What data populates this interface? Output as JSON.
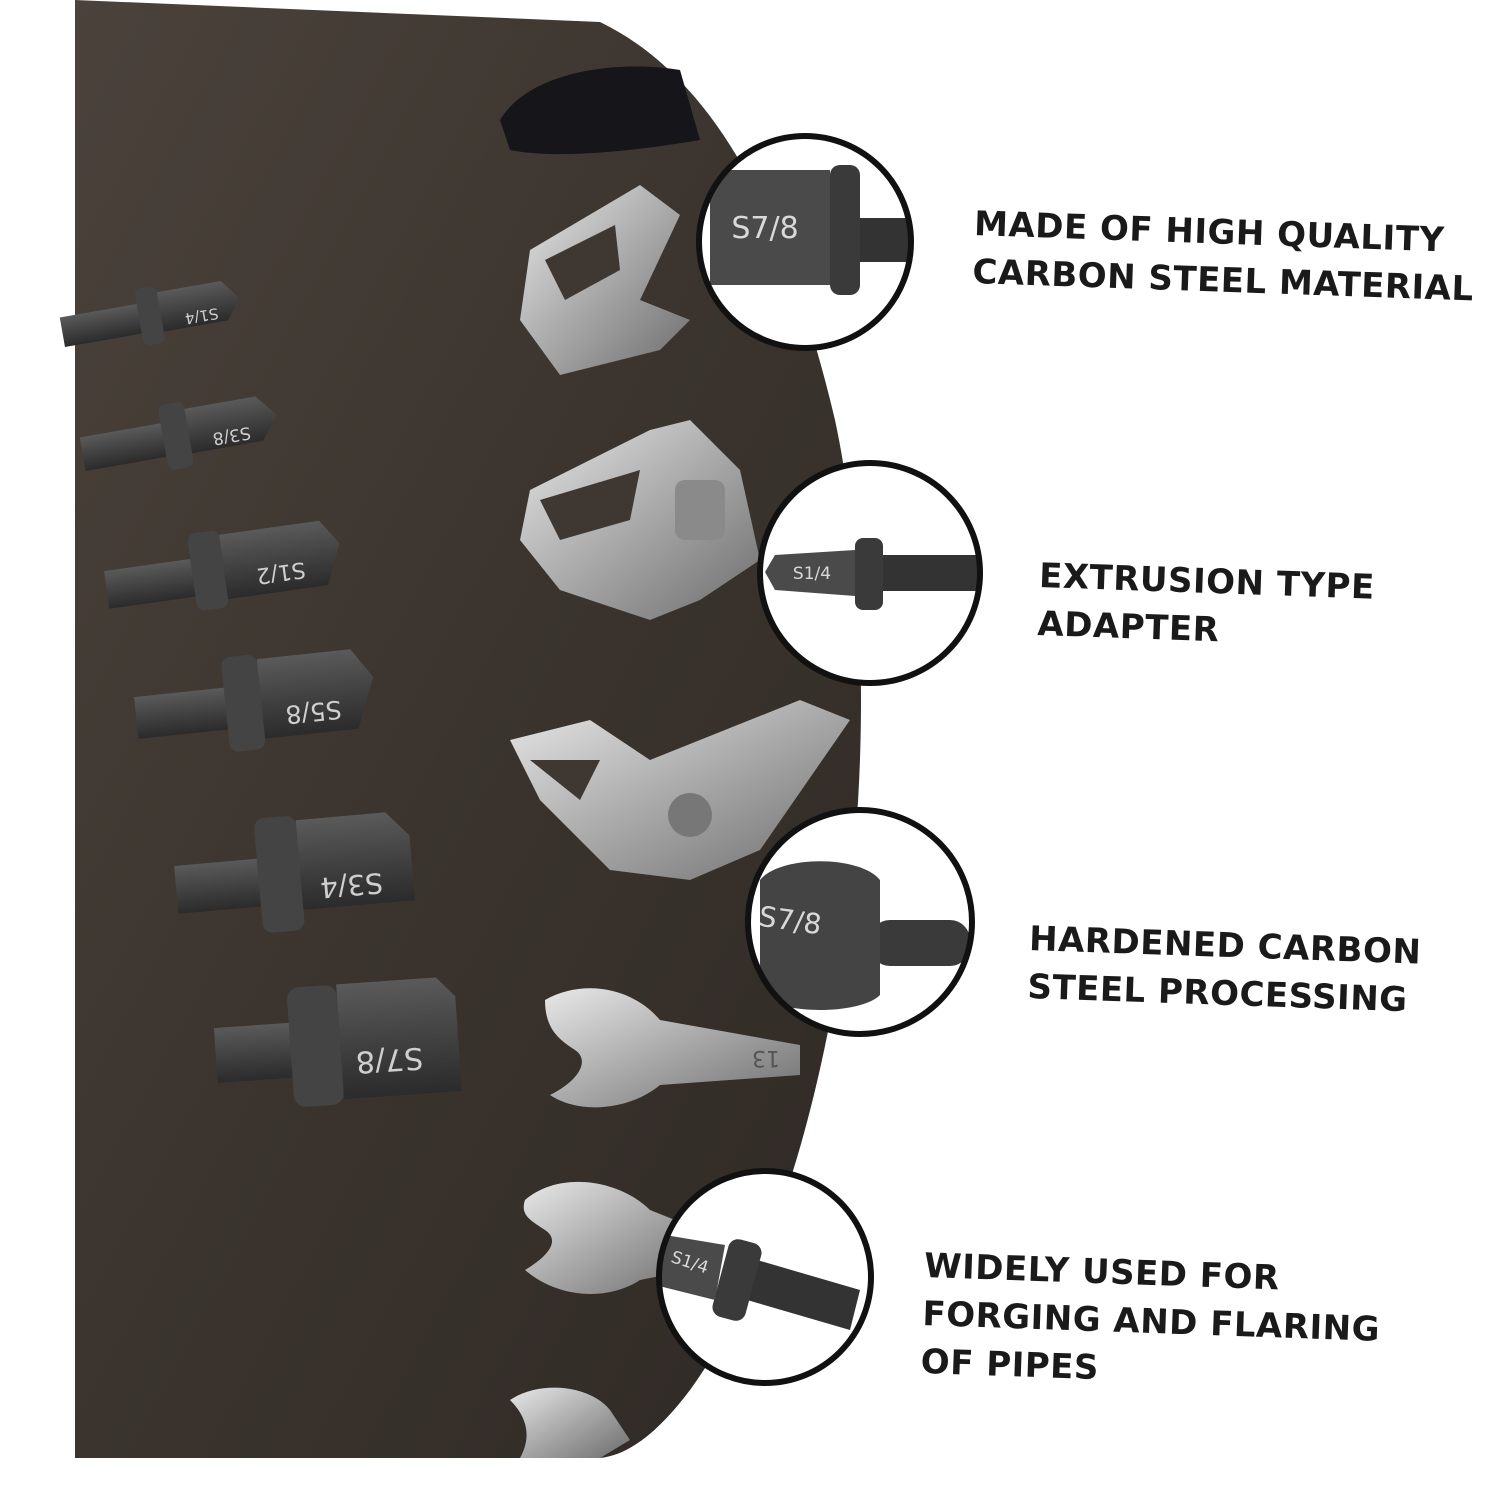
{
  "image": {
    "background_color": "#ffffff",
    "surface_color": "#3f3731"
  },
  "adapters_on_table": [
    {
      "label": "S1/4"
    },
    {
      "label": "S3/8"
    },
    {
      "label": "S1/2"
    },
    {
      "label": "S5/8"
    },
    {
      "label": "S3/4"
    },
    {
      "label": "S7/8"
    }
  ],
  "wrench_marking": "13",
  "features": [
    {
      "id": "material",
      "lines": [
        "MADE OF HIGH QUALITY",
        "CARBON STEEL MATERIAL"
      ],
      "badge": "S7/8"
    },
    {
      "id": "type",
      "lines": [
        "EXTRUSION TYPE",
        "ADAPTER"
      ],
      "badge": "S1/4"
    },
    {
      "id": "processing",
      "lines": [
        "HARDENED CARBON",
        "STEEL PROCESSING"
      ],
      "badge": "S7/8"
    },
    {
      "id": "usage",
      "lines": [
        "WIDELY USED FOR",
        "FORGING AND FLARING",
        "OF PIPES"
      ],
      "badge": "S1/4"
    }
  ]
}
